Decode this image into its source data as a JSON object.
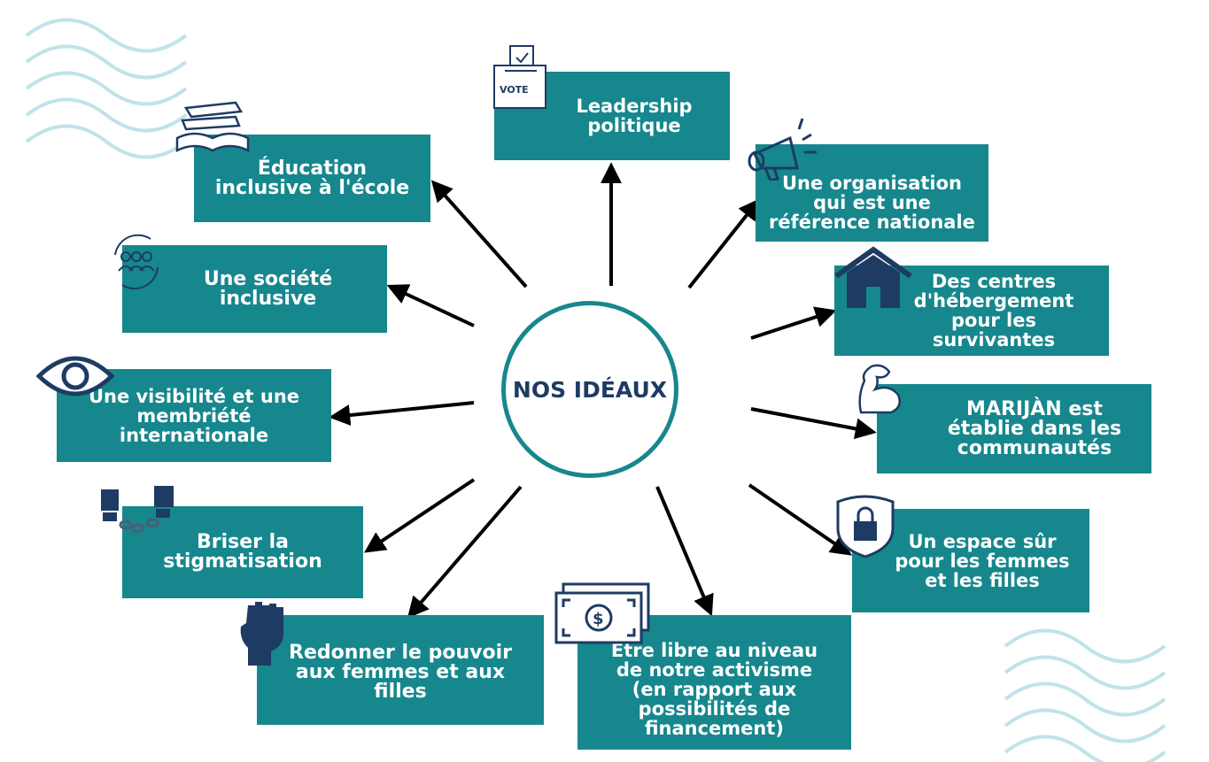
{
  "center_label": "NOS IDÉAUX",
  "vote_label": "VOTE",
  "ideals": [
    {
      "id": "leadership",
      "label": "Leadership\npolitique",
      "icon": "ballot-box-icon"
    },
    {
      "id": "organisation",
      "label": "Une organisation\nqui est une\nréférence nationale",
      "icon": "megaphone-icon"
    },
    {
      "id": "centres",
      "label": "Des centres\nd'hébergement\npour les survivantes",
      "icon": "house-icon"
    },
    {
      "id": "marijan",
      "label": "MARIJÀN est\nétablie dans les\ncommunautés",
      "icon": "flexed-arm-icon"
    },
    {
      "id": "espace",
      "label": "Un espace sûr\npour les femmes\net les filles",
      "icon": "shield-lock-icon"
    },
    {
      "id": "libre",
      "label": "Être libre au niveau\nde notre activisme\n(en rapport aux\npossibilités de\nfinancement)",
      "icon": "money-icon"
    },
    {
      "id": "pouvoir",
      "label": "Redonner le pouvoir\naux femmes et aux\nfilles",
      "icon": "raised-fist-icon"
    },
    {
      "id": "stigmatisation",
      "label": "Briser la\nstigmatisation",
      "icon": "broken-chains-icon"
    },
    {
      "id": "visibilite",
      "label": "Une visibilité et une\nmembriété\ninternationale",
      "icon": "eye-icon"
    },
    {
      "id": "societe",
      "label": "Une société\ninclusive",
      "icon": "group-cycle-icon"
    },
    {
      "id": "education",
      "label": "Éducation\ninclusive à l'école",
      "icon": "books-icon"
    }
  ],
  "colors": {
    "box": "#16878d",
    "accent": "#1e3b63",
    "wave": "#bfe3e8",
    "arrow": "#000000"
  }
}
